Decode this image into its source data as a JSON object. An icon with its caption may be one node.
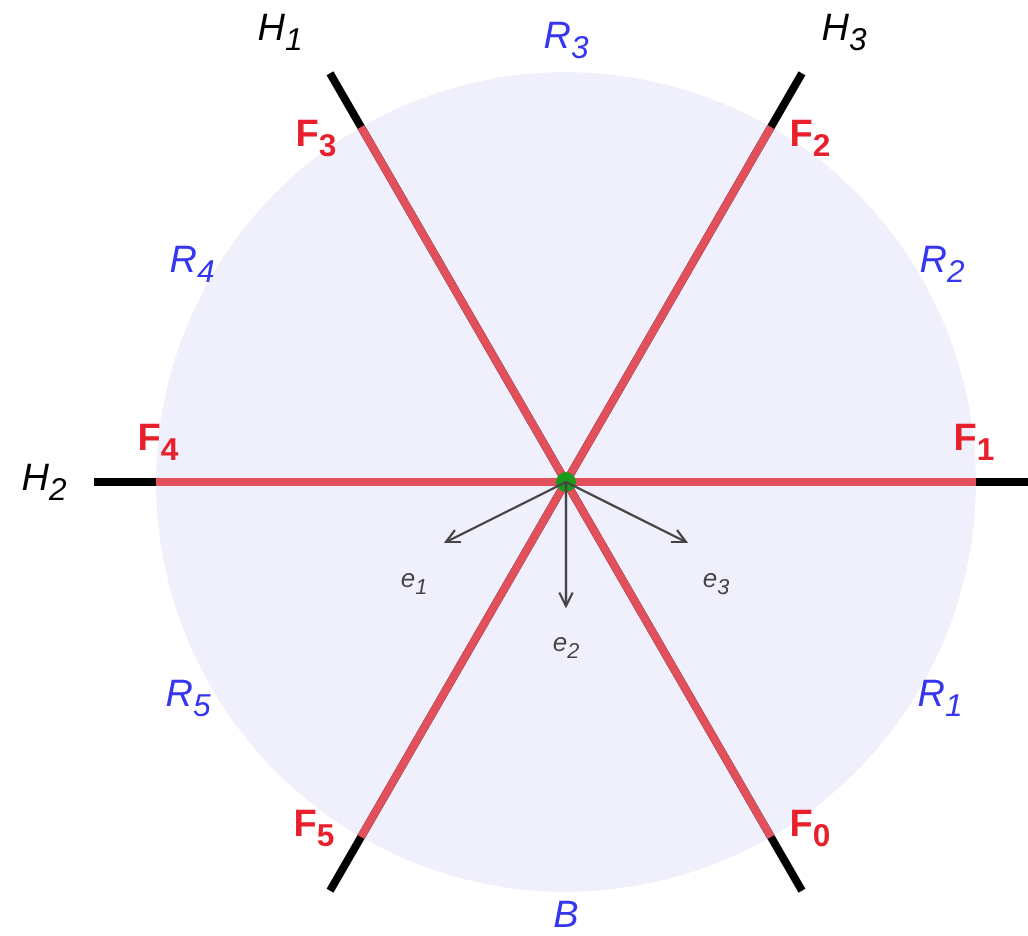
{
  "diagram": {
    "labels": [
      "H$_{1}$",
      "R$_{3}$",
      "H$_{3}$",
      "F$_{3}$",
      "F$_{2}$",
      "R$_{4}$",
      "R$_{2}$",
      "F$_{4}$",
      "F$_{1}$",
      "H$_{2}$",
      "e$_{1}$",
      "e$_{3}$",
      "e$_{2}$",
      "R$_{5}$",
      "R$_{1}$",
      "F$_{5}$",
      "F$_{0}$",
      "B"
    ]
  }
}
